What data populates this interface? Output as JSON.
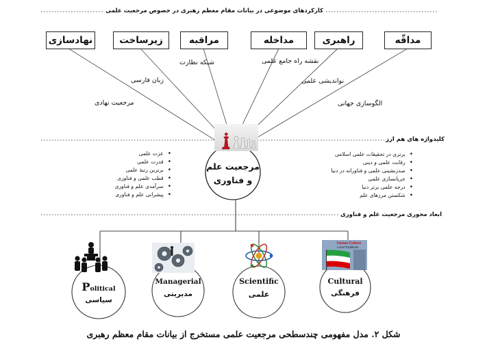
{
  "diagram": {
    "top_section_title": "کارکردهای موضوعی در بیانات مقام معظم رهبری در خصوص مرجعیت علمی",
    "function_boxes": [
      {
        "label": "نهادسازی"
      },
      {
        "label": "زیرساخت"
      },
      {
        "label": "مراقبه"
      },
      {
        "label": "مداخله"
      },
      {
        "label": "راهبری"
      },
      {
        "label": "مداقّه"
      }
    ],
    "edge_labels": {
      "nezarat": "شبکه نظارت",
      "zaban": "زبان فارسی",
      "marjaiat_nahadi": "مرجعیت نهادی",
      "naghshe": "نقشه راه جامع علمی",
      "navandishi": "نواندیشی علمی",
      "olgusazi": "الگوسازی جهانی"
    },
    "center": {
      "line1": "مرجعیت علم",
      "line2": "و فناوری"
    },
    "keywords_title": "کلیدواژه های هم ارز",
    "keywords_left": [
      "عزت علمی",
      "قدرت علمی",
      "برترین رتبۀ علمی",
      "قطب علمی و فناوری",
      "سرآمدی علم و فناوری",
      "پیشرانی علم و فناوری"
    ],
    "keywords_right": [
      "برتری در تحقیقات علمی  اسلامی",
      "رقابت علمی و دینی",
      "صدرنشینی علمی و فناورانه در دنیا",
      "جریانسازی علمی",
      "درجه علمی برتر دنیا",
      "شکستن مرزهای علم"
    ],
    "dimensions_title": "ابعاد محوری مرجعیت علم و فناوری",
    "dimensions": [
      {
        "en_first": "P",
        "en_rest": "olitical",
        "fa": "سیاسی"
      },
      {
        "en": "Managerial",
        "fa": "مدیریتی"
      },
      {
        "en": "Scientific",
        "fa": "علمی"
      },
      {
        "en": "Cultural",
        "fa": "فرهنگی"
      }
    ],
    "flag_caption_1": "Iranian Culture",
    "flag_caption_2": "Local Traditions",
    "caption": "شکل ۲. مدل مفهومی چندسطحی مرجعیت علمی مستخرج از بیانات مقام معظم رهبری"
  }
}
